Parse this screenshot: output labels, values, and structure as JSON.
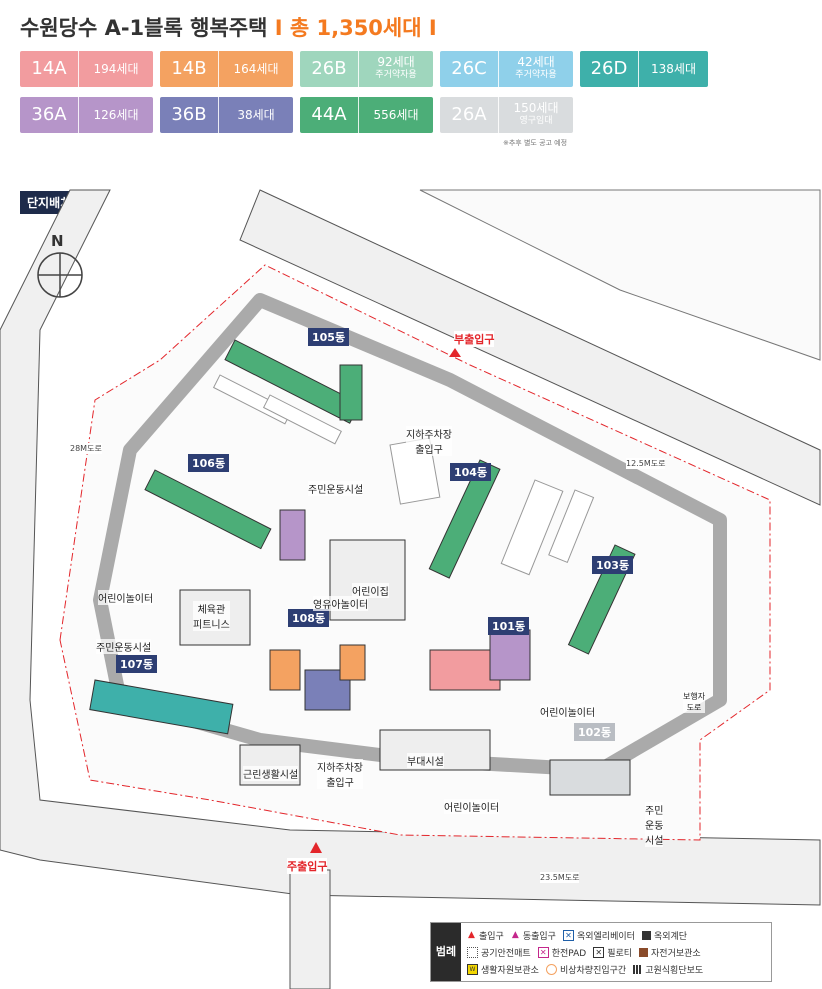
{
  "title": {
    "main": "수원당수 A-1블록 행복주택",
    "sep": "I",
    "total": "총 1,350세대"
  },
  "unit_types": [
    {
      "type": "14A",
      "count": "194세대",
      "color": "#f29c9f"
    },
    {
      "type": "14B",
      "count": "164세대",
      "color": "#f4a261"
    },
    {
      "type": "26B",
      "count": "92세대",
      "sub": "주거약자용",
      "color": "#9fd6bd"
    },
    {
      "type": "26C",
      "count": "42세대",
      "sub": "주거약자용",
      "color": "#8fd0ea"
    },
    {
      "type": "26D",
      "count": "138세대",
      "color": "#3eb0aa"
    },
    {
      "type": "36A",
      "count": "126세대",
      "color": "#b695c9"
    },
    {
      "type": "36B",
      "count": "38세대",
      "color": "#7a80b8"
    },
    {
      "type": "44A",
      "count": "556세대",
      "color": "#4cae78"
    },
    {
      "type": "26A",
      "count": "150세대",
      "sub": "영구임대",
      "color": "#d9dcde"
    }
  ],
  "note": "※추후 별도 공고 예정",
  "section_tag": "단지배치도",
  "compass": "N",
  "buildings": [
    "101동",
    "103동",
    "104동",
    "105동",
    "106동",
    "107동",
    "108동",
    "102동"
  ],
  "facilities": {
    "fitness": "체육관\n피트니스",
    "daycare": "어린이집",
    "infant_play": "영유아놀이터",
    "kids_play_1": "어린이놀이터",
    "kids_play_2": "어린이놀이터",
    "kids_play_3": "어린이놀이터",
    "resident_1": "주민운동시설",
    "resident_2": "주민운동시설",
    "resident_3": "주민\n운동\n시설",
    "green_living": "근린생활시설",
    "annex": "부대시설",
    "parking_entry_1": "지하주차장\n출입구",
    "parking_entry_2": "지하주차장\n출입구",
    "ped_road": "보행자\n도로"
  },
  "entrances": {
    "main": "주출입구",
    "sub": "부출입구"
  },
  "roads": {
    "left": "28M도로",
    "right": "12.5M도로",
    "bottom": "23.5M도로"
  },
  "legend": {
    "title": "범례",
    "items": [
      {
        "icon": "red-triangle-icon",
        "label": "출입구",
        "color": "#e3262b"
      },
      {
        "icon": "magenta-triangle-icon",
        "label": "동출입구",
        "color": "#c4278c"
      },
      {
        "icon": "outdoor-elevator-icon",
        "label": "옥외엘리베이터",
        "color": "#1f5fa8"
      },
      {
        "icon": "outdoor-stair-icon",
        "label": "옥외계단",
        "color": "#333333"
      },
      {
        "icon": "safety-mat-icon",
        "label": "공기안전매트",
        "color": "#555555"
      },
      {
        "icon": "kepco-pad-icon",
        "label": "한전PAD",
        "color": "#c4278c"
      },
      {
        "icon": "piloti-icon",
        "label": "필로티",
        "color": "#333333"
      },
      {
        "icon": "bicycle-storage-icon",
        "label": "자전거보관소",
        "color": "#8a4b2a"
      },
      {
        "icon": "waste-storage-icon",
        "label": "생활자원보관소",
        "color": "#f2d600"
      },
      {
        "icon": "emergency-entry-icon",
        "label": "비상차량진입구간",
        "color": "#f4a261"
      },
      {
        "icon": "crosswalk-icon",
        "label": "고원식횡단보도",
        "color": "#333333"
      }
    ]
  }
}
